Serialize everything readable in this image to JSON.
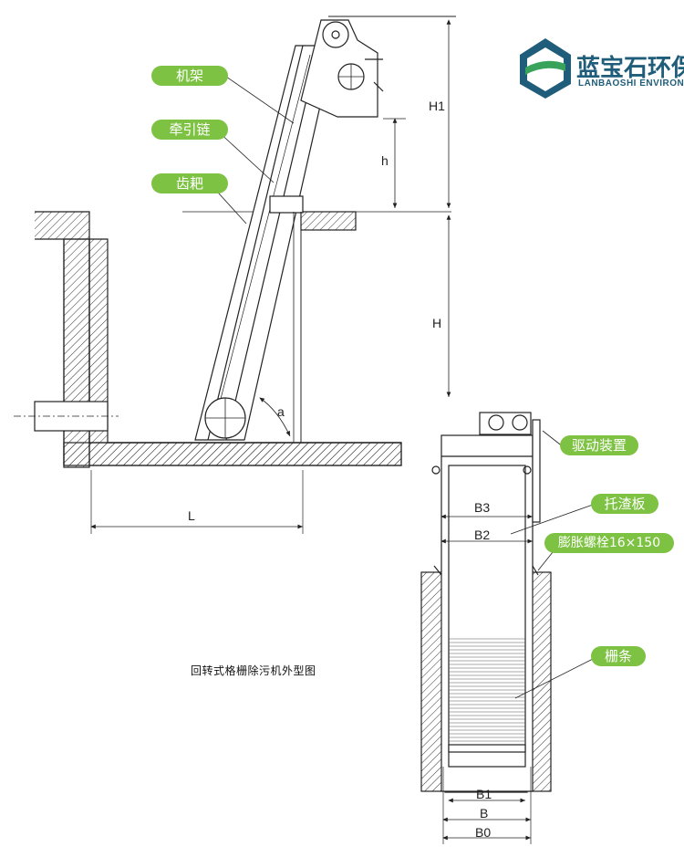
{
  "logo": {
    "brand_cn": "蓝宝石环保",
    "brand_en": "LANBAOSHI ENVIRONMENT"
  },
  "side_view": {
    "callouts": {
      "frame": "机架",
      "chain": "牵引链",
      "rake": "齿耙"
    },
    "dimensions": {
      "H1": "H1",
      "h": "h",
      "H": "H",
      "a": "a",
      "L": "L"
    },
    "caption": "回转式格栅除污机外型图"
  },
  "front_view": {
    "callouts": {
      "drive": "驱动装置",
      "plate": "托渣板",
      "bolt": "膨胀螺栓16×150",
      "bars": "栅条"
    },
    "dimensions": {
      "B3": "B3",
      "B2": "B2",
      "B1": "B1",
      "B": "B",
      "B0": "B0"
    }
  },
  "colors": {
    "callout_bg": "#7dc242",
    "logo_blue": "#1f5d7a",
    "logo_green": "#3aa35b",
    "line": "#222222"
  }
}
